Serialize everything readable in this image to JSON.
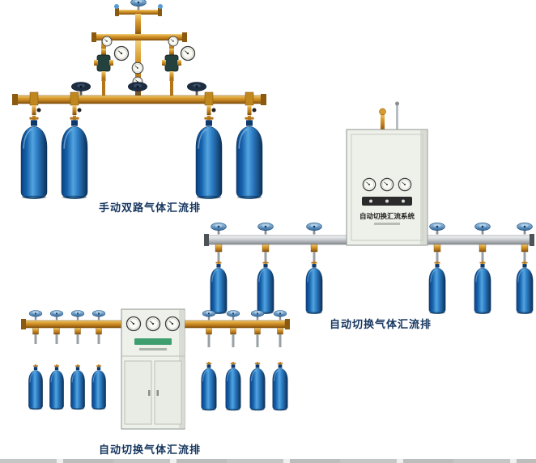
{
  "page": {
    "background": "#ffffff",
    "type": "product-catalog-image"
  },
  "products": [
    {
      "id": "manual-dual-gas-manifold",
      "caption": "手动双路气体汇流排",
      "cylinders": 4,
      "gauges": 6,
      "cylinder_color": "#1565b8",
      "pipe_color": "#c8862a"
    },
    {
      "id": "auto-switch-gas-manifold-wall-cabinet",
      "caption": "自动切换气体汇流排",
      "cabinet_label": "自动切换汇流系统",
      "cylinders": 6,
      "gauges": 3,
      "cylinder_color": "#1565b8",
      "pipe_color": "#c9cdd1"
    },
    {
      "id": "auto-switch-gas-manifold-floor-cabinet",
      "caption": "自动切换气体汇流排",
      "cylinders": 8,
      "gauges": 3,
      "cylinder_color": "#1565b8",
      "pipe_color": "#c8862a"
    }
  ],
  "colors": {
    "caption_text": "#16365f",
    "cylinder_blue": "#1565b8",
    "brass_pipe": "#c8862a",
    "silver_pipe": "#c9cdd1",
    "cabinet_body": "#eef0ea"
  }
}
